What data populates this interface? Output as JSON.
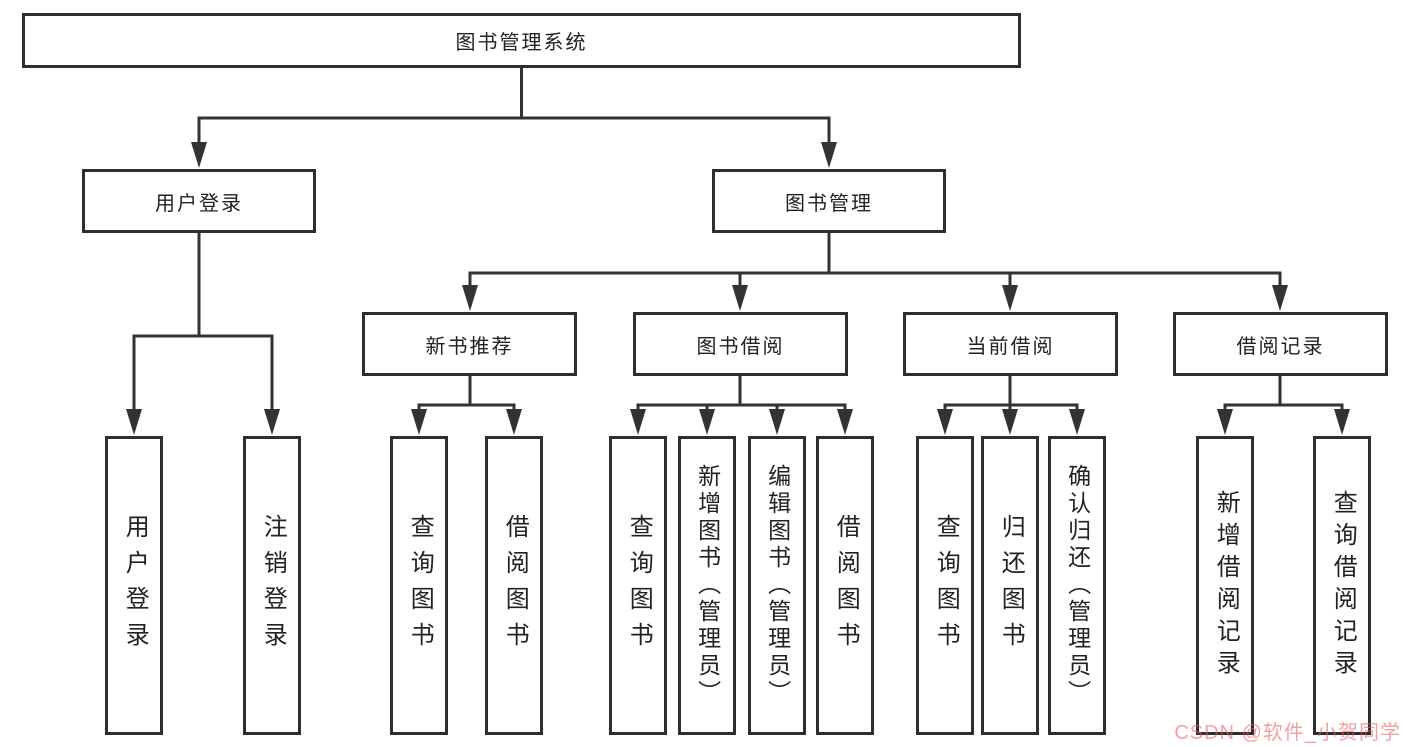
{
  "tree": {
    "root": "图书管理系统",
    "level2": [
      {
        "label": "用户登录",
        "children": [
          "用户登录",
          "注销登录"
        ]
      },
      {
        "label": "图书管理",
        "children": [
          {
            "label": "新书推荐",
            "children": [
              "查询图书",
              "借阅图书"
            ]
          },
          {
            "label": "图书借阅",
            "children": [
              "查询图书",
              "新增图书（管理员）",
              "编辑图书（管理员）",
              "借阅图书"
            ]
          },
          {
            "label": "当前借阅",
            "children": [
              "查询图书",
              "归还图书",
              "确认归还（管理员）"
            ]
          },
          {
            "label": "借阅记录",
            "children": [
              "新增借阅记录",
              "查询借阅记录"
            ]
          }
        ]
      }
    ]
  },
  "watermark": {
    "text": "CSDN @软件_小贺同学",
    "color": "#e75d5e"
  },
  "colors": {
    "line": "#333333",
    "box_border": "#2e2e2e",
    "text": "#222222",
    "background": "#ffffff"
  }
}
